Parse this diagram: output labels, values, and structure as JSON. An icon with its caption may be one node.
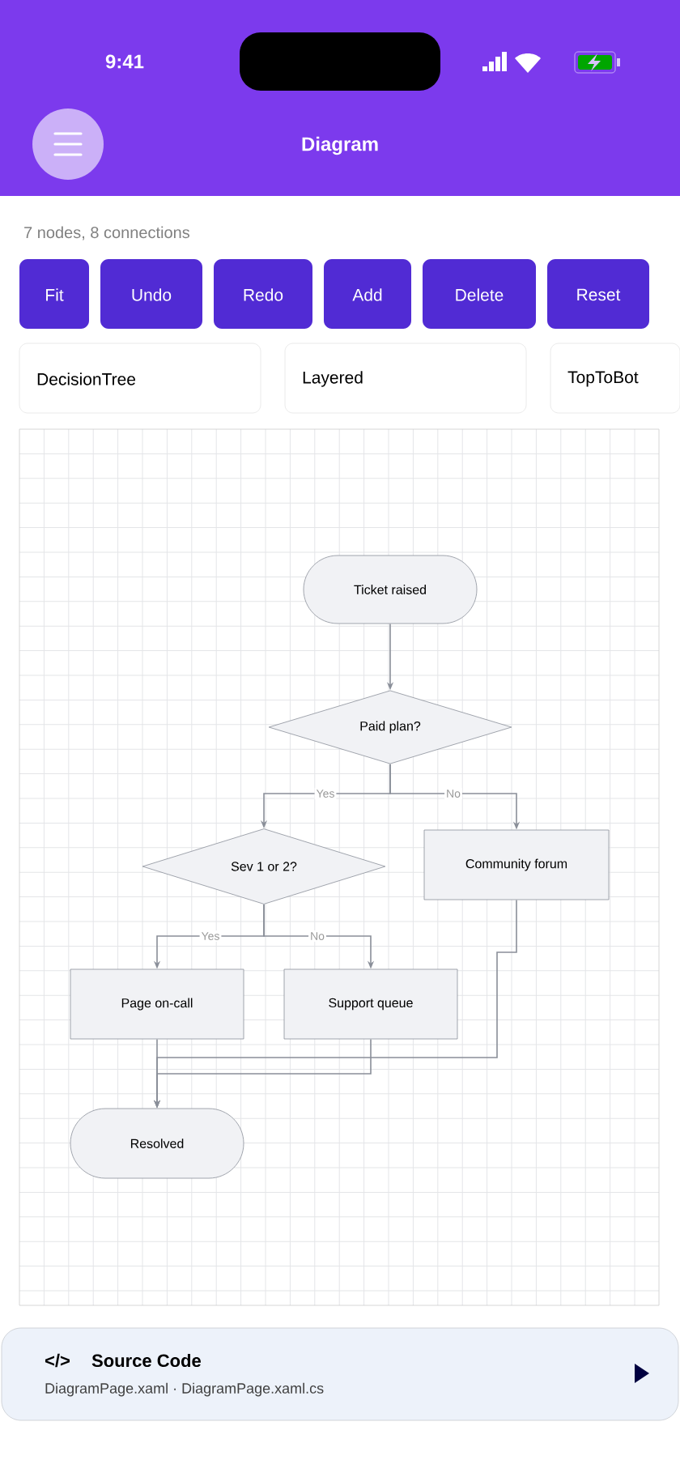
{
  "diagram": {
    "title": "Diagram",
    "nodes": [
      {
        "text": [
          "Ticket raised"
        ]
      },
      {
        "text": [
          "Paid plan?"
        ]
      },
      {
        "text": [
          "Sev 1 or 2?"
        ]
      },
      {
        "text": [
          "Community forum"
        ]
      },
      {
        "text": [
          "Page on-call"
        ]
      },
      {
        "text": [
          "Support queue"
        ]
      },
      {
        "text": [
          "Resolved"
        ]
      }
    ],
    "edges": [
      {
        "from": 0,
        "to": 1,
        "arrow": "to"
      },
      {
        "from": 1,
        "to": 2,
        "arrow": "to",
        "label": "Yes"
      },
      {
        "from": 1,
        "to": 3,
        "arrow": "to",
        "label": "No"
      },
      {
        "from": 2,
        "to": 4,
        "arrow": "to",
        "label": "Yes"
      },
      {
        "from": 2,
        "to": 5,
        "arrow": "to",
        "label": "No"
      },
      {
        "from": 4,
        "to": 6,
        "arrow": "to"
      },
      {
        "from": 5,
        "to": 6,
        "arrow": "to"
      },
      {
        "from": 3,
        "to": 6,
        "arrow": "to"
      }
    ],
    "labels": [
      "9:41",
      "7 nodes, 8 connections",
      "Fit",
      "Undo",
      "Redo",
      "Add",
      "Delete",
      "Reset",
      "DecisionTree",
      "Layered",
      "TopToBot",
      "</>",
      "Source Code",
      "DiagramPage.xaml · DiagramPage.xaml.cs"
    ]
  }
}
